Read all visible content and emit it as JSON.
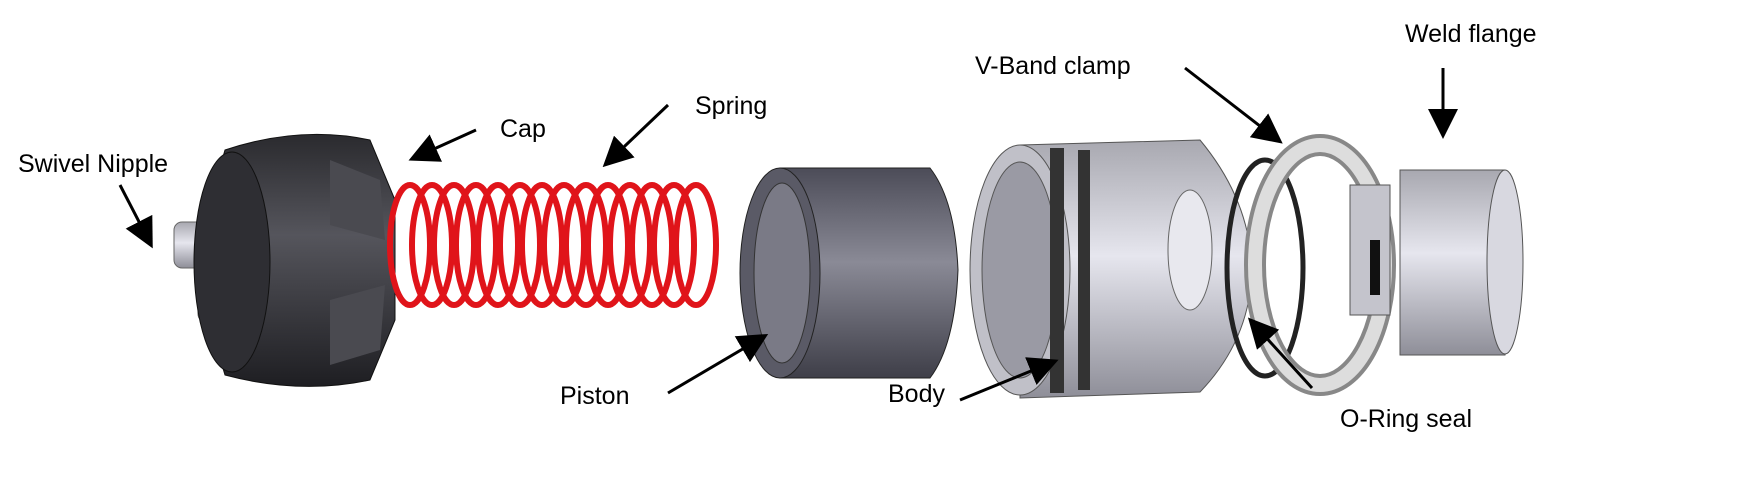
{
  "labels": {
    "swivel_nipple": "Swivel Nipple",
    "cap": "Cap",
    "spring": "Spring",
    "piston": "Piston",
    "body": "Body",
    "v_band_clamp": "V-Band clamp",
    "weld_flange": "Weld flange",
    "o_ring_seal": "O-Ring seal"
  },
  "colors": {
    "cap": "#3a3a3e",
    "spring": "#e0141a",
    "piston": "#6e6e7a",
    "metal": "#c8c8d0",
    "arrow": "#000000"
  }
}
